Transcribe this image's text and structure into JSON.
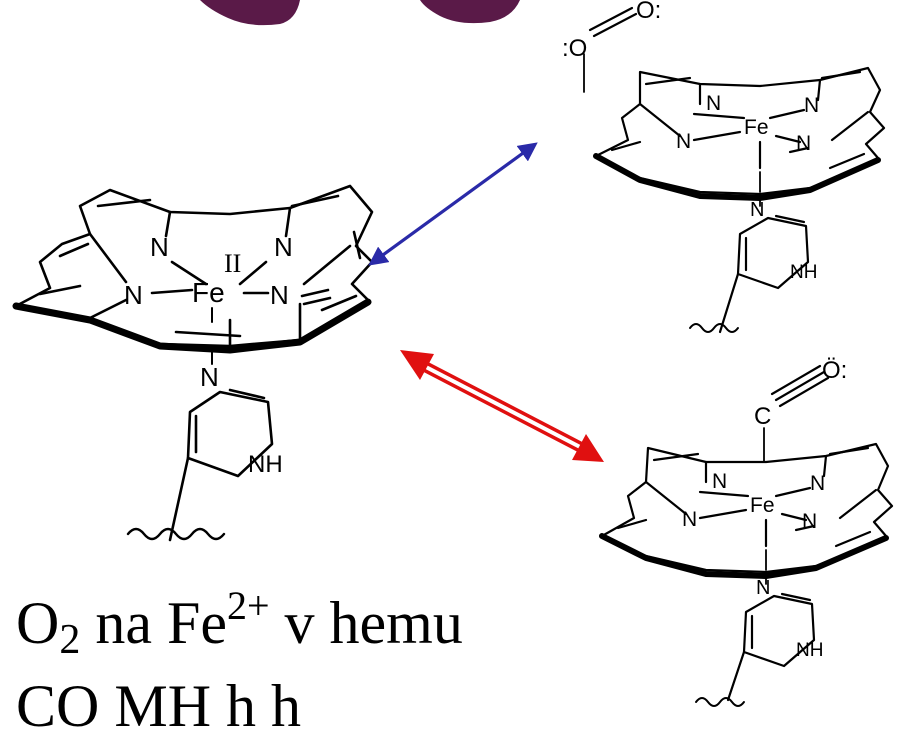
{
  "diagram": {
    "main_heme": {
      "atoms": {
        "n_top_left": "N",
        "n_top_right": "N",
        "n_left": "N",
        "n_right": "N",
        "metal": "Fe",
        "oxidation": "II",
        "imidazole_n": "N",
        "imidazole_nh": "NH"
      }
    },
    "oxy_heme": {
      "atoms": {
        "ligand_o1": ":O",
        "ligand_o2": "O:",
        "n_top_left": "N",
        "n_top_right": "N",
        "n_left": "N",
        "n_right": "N",
        "metal": "Fe",
        "imidazole_n": "N",
        "imidazole_nh": "NH"
      }
    },
    "carbonyl_heme": {
      "atoms": {
        "ligand_c": "C",
        "ligand_o": "Ö:",
        "n_top_left": "N",
        "n_top_right": "N",
        "n_left": "N",
        "n_right": "N",
        "metal": "Fe",
        "imidazole_n": "N",
        "imidazole_nh": "NH"
      }
    },
    "arrow_colors": {
      "oxygen": "#2a2aa8",
      "carbon_monoxide": "#e01010"
    }
  },
  "caption": {
    "o": "O",
    "o_sub": "2",
    "middle": " na Fe",
    "fe_sup": "2+",
    "end": " v hemu"
  },
  "bottom_line": "CO      MH      h      h"
}
